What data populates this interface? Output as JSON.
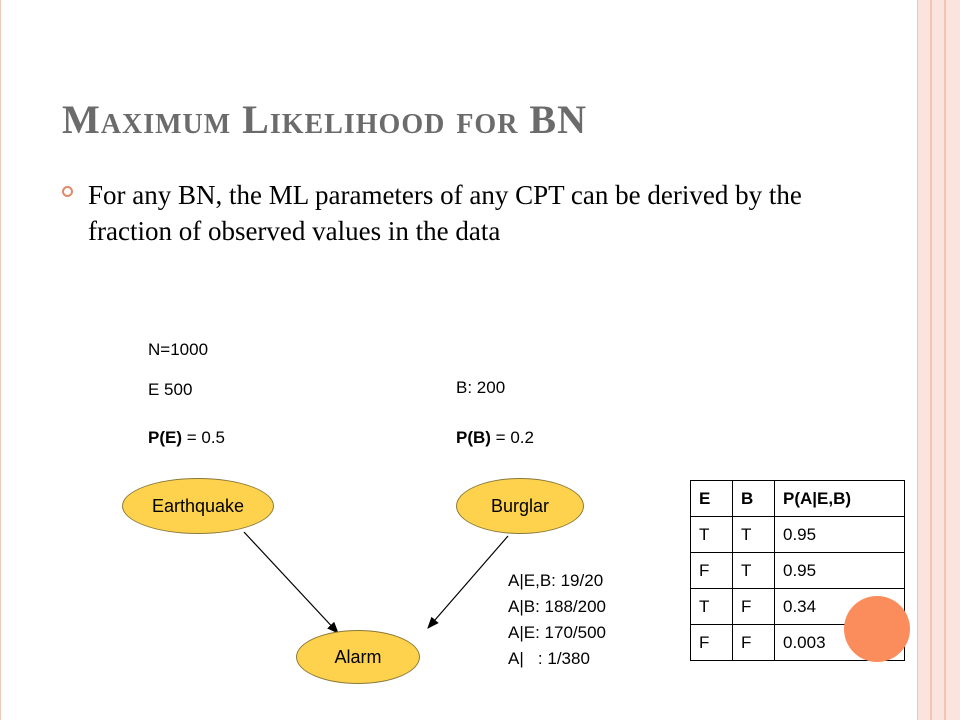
{
  "title": "Maximum Likelihood for BN",
  "bullet": "For any BN, the ML parameters of any CPT can be derived by the fraction of observed values in the data",
  "stats": {
    "n": "N=1000",
    "e_count": "E 500",
    "b_count": "B: 200",
    "pe_label": "P(E)",
    "pe_value": " = 0.5",
    "pb_label": "P(B)",
    "pb_value": " = 0.2"
  },
  "nodes": {
    "earthquake": "Earthquake",
    "burglar": "Burglar",
    "alarm": "Alarm"
  },
  "counts": [
    "A|E,B: 19/20",
    "A|B: 188/200",
    "A|E: 170/500",
    "A|   : 1/380"
  ],
  "cpt": {
    "headers": [
      "E",
      "B",
      "P(A|E,B)"
    ],
    "rows": [
      [
        "T",
        "T",
        "0.95"
      ],
      [
        "F",
        "T",
        "0.95"
      ],
      [
        "T",
        "F",
        "0.34"
      ],
      [
        "F",
        "F",
        "0.003"
      ]
    ]
  },
  "colors": {
    "node_fill": "#ffd24d",
    "accent_dot": "#fb8c5c",
    "title": "#6b6b6b"
  }
}
